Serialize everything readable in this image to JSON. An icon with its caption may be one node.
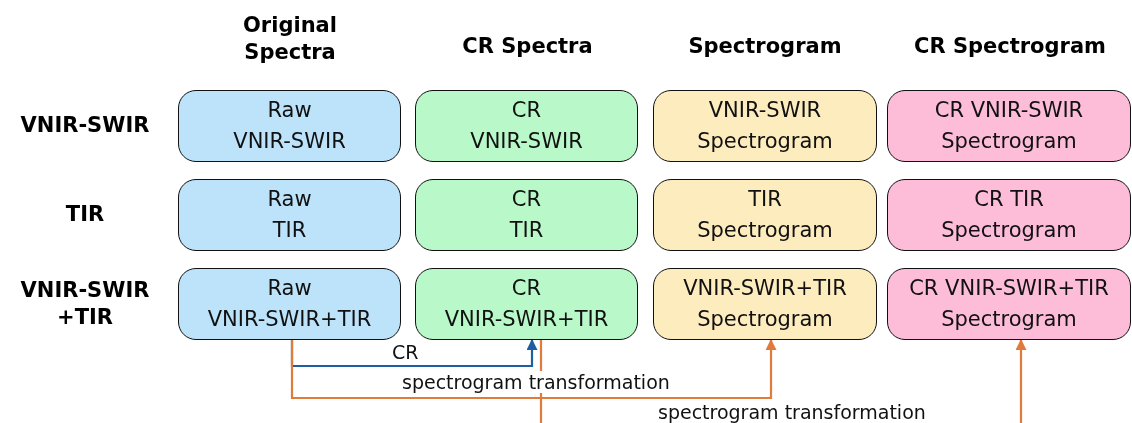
{
  "diagram": {
    "nodes": [
      {
        "text": [
          "Raw VNIR-SWIR"
        ]
      },
      {
        "text": [
          "CR VNIR-SWIR"
        ]
      },
      {
        "text": [
          "VNIR-SWIR Spectrogram"
        ]
      },
      {
        "text": [
          "CR VNIR-SWIR Spectrogram"
        ]
      },
      {
        "text": [
          "Raw TIR"
        ]
      },
      {
        "text": [
          "CR TIR"
        ]
      },
      {
        "text": [
          "TIR Spectrogram"
        ]
      },
      {
        "text": [
          "CR TIR Spectrogram"
        ]
      },
      {
        "text": [
          "Raw VNIR-SWIR+TIR"
        ]
      },
      {
        "text": [
          "CR VNIR-SWIR+TIR"
        ]
      },
      {
        "text": [
          "VNIR-SWIR+TIR Spectrogram"
        ]
      },
      {
        "text": [
          "CR VNIR-SWIR+TIR Spectrogram"
        ]
      }
    ],
    "edges": [
      {
        "from": 8,
        "to": 9,
        "arrow": "to",
        "label": "CR",
        "color": "#1f5fa0"
      },
      {
        "from": 8,
        "to": 10,
        "arrow": "to",
        "label": "spectrogram transformation"
      },
      {
        "from": 9,
        "to": 11,
        "arrow": "to",
        "label": "spectrogram transformation"
      }
    ],
    "labels": [
      "Original Spectra",
      "CR Spectra",
      "Spectrogram",
      "CR Spectrogram",
      "VNIR-SWIR",
      "TIR",
      "VNIR-SWIR +TIR"
    ]
  }
}
